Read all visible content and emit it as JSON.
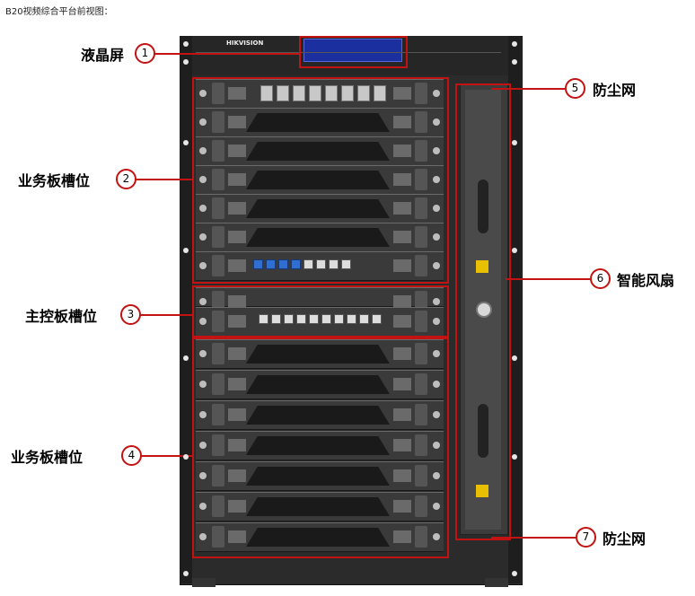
{
  "caption": "B20视频综合平台前视图：",
  "brand": "HIKVISION",
  "callouts": [
    {
      "number": "1",
      "text": "液晶屏"
    },
    {
      "number": "2",
      "text": "业务板槽位"
    },
    {
      "number": "3",
      "text": "主控板槽位"
    },
    {
      "number": "4",
      "text": "业务板槽位"
    },
    {
      "number": "5",
      "text": "防尘网"
    },
    {
      "number": "6",
      "text": "智能风扇"
    },
    {
      "number": "7",
      "text": "防尘网"
    }
  ],
  "colors": {
    "callout": "#c31212",
    "lcd": "#1b2f9e",
    "chassis": "#2b2b2b"
  }
}
